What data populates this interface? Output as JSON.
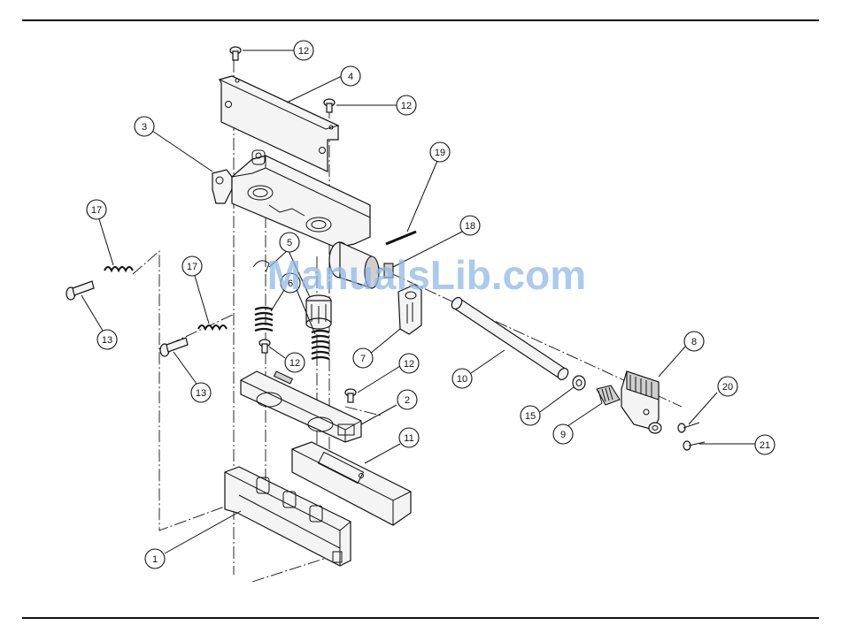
{
  "watermark": "ManualsLib.com",
  "callouts": [
    {
      "id": "c12a",
      "label": "12"
    },
    {
      "id": "c4",
      "label": "4"
    },
    {
      "id": "c12b",
      "label": "12"
    },
    {
      "id": "c3",
      "label": "3"
    },
    {
      "id": "c19",
      "label": "19"
    },
    {
      "id": "c18",
      "label": "18"
    },
    {
      "id": "c17a",
      "label": "17"
    },
    {
      "id": "c5",
      "label": "5"
    },
    {
      "id": "c17b",
      "label": "17"
    },
    {
      "id": "c6",
      "label": "6"
    },
    {
      "id": "c13a",
      "label": "13"
    },
    {
      "id": "c7",
      "label": "7"
    },
    {
      "id": "c12c",
      "label": "12"
    },
    {
      "id": "c13b",
      "label": "13"
    },
    {
      "id": "c12d",
      "label": "12"
    },
    {
      "id": "c8",
      "label": "8"
    },
    {
      "id": "c10",
      "label": "10"
    },
    {
      "id": "c2",
      "label": "2"
    },
    {
      "id": "c20",
      "label": "20"
    },
    {
      "id": "c15",
      "label": "15"
    },
    {
      "id": "c9",
      "label": "9"
    },
    {
      "id": "c11",
      "label": "11"
    },
    {
      "id": "c21",
      "label": "21"
    },
    {
      "id": "c1",
      "label": "1"
    }
  ]
}
